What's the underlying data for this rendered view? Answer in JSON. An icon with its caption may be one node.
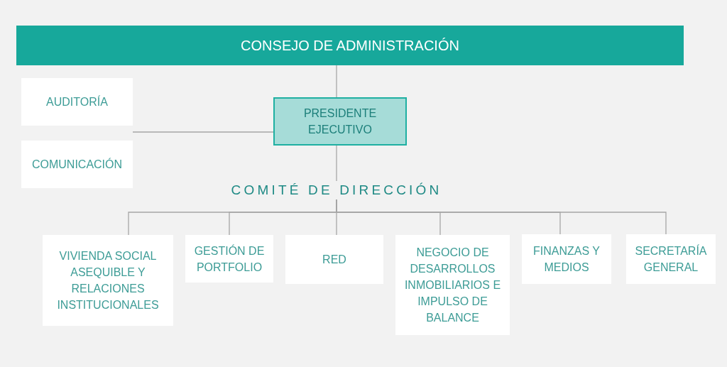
{
  "diagram": {
    "nodes": [
      {
        "text": [
          "CONSEJO DE ADMINISTRACIÓN"
        ]
      },
      {
        "text": [
          "AUDITORÍA"
        ]
      },
      {
        "text": [
          "COMUNICACIÓN"
        ]
      },
      {
        "text": [
          "PRESIDENTE EJECUTIVO"
        ]
      },
      {
        "text": [
          "COMITÉ DE DIRECCIÓN"
        ]
      },
      {
        "text": [
          "VIVIENDA SOCIAL ASEQUIBLE Y RELACIONES INSTITUCIONALES"
        ]
      },
      {
        "text": [
          "GESTIÓN DE PORTFOLIO"
        ]
      },
      {
        "text": [
          "RED"
        ]
      },
      {
        "text": [
          "NEGOCIO DE DESARROLLOS INMOBILIARIOS E IMPULSO DE BALANCE"
        ]
      },
      {
        "text": [
          "FINANZAS Y MEDIOS"
        ]
      },
      {
        "text": [
          "SECRETARÍA GENERAL"
        ]
      }
    ],
    "edges": [
      {
        "from": 0,
        "to": 3,
        "arrow": "none"
      },
      {
        "from": 3,
        "to": 1,
        "arrow": "none"
      },
      {
        "from": 3,
        "to": 2,
        "arrow": "none"
      },
      {
        "from": 3,
        "to": 4,
        "arrow": "none"
      },
      {
        "from": 4,
        "to": 5,
        "arrow": "none"
      },
      {
        "from": 4,
        "to": 6,
        "arrow": "none"
      },
      {
        "from": 4,
        "to": 7,
        "arrow": "none"
      },
      {
        "from": 4,
        "to": 8,
        "arrow": "none"
      },
      {
        "from": 4,
        "to": 9,
        "arrow": "none"
      },
      {
        "from": 4,
        "to": 10,
        "arrow": "none"
      }
    ]
  }
}
